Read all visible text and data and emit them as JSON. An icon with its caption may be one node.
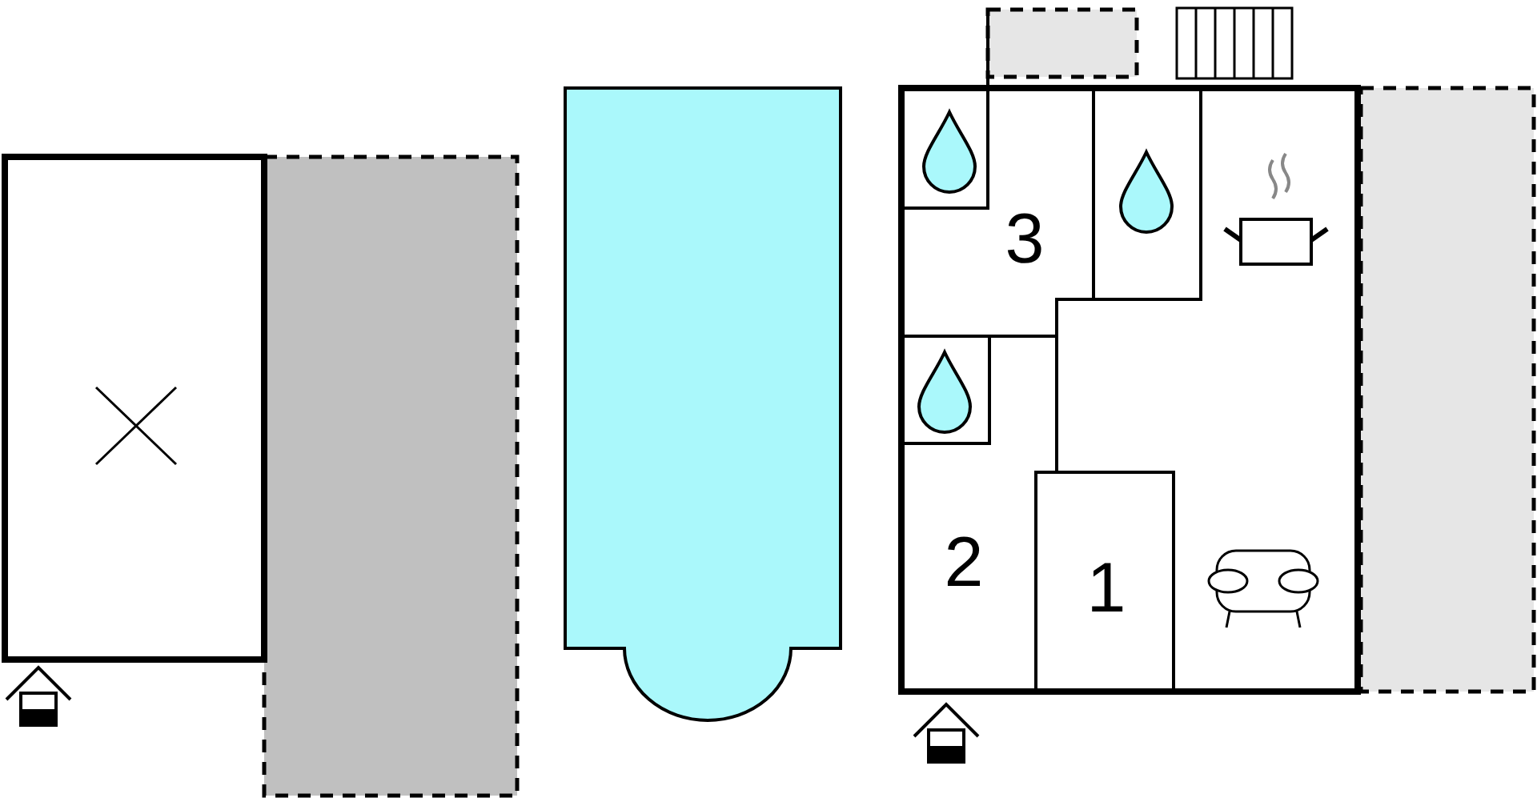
{
  "diagram": {
    "labels": [
      "3",
      "2",
      "1"
    ]
  }
}
